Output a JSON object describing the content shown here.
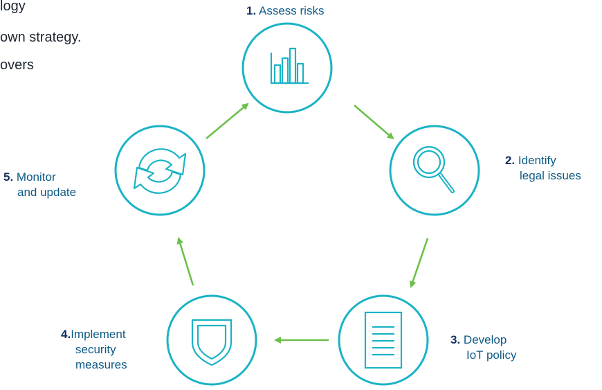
{
  "intro": {
    "lines": [
      "logy",
      "own strategy.",
      "overs"
    ]
  },
  "steps": [
    {
      "number": "1.",
      "lines": [
        "Assess risks"
      ],
      "icon": "bar-chart-icon"
    },
    {
      "number": "2.",
      "lines": [
        "Identify",
        "legal issues"
      ],
      "icon": "magnifier-icon"
    },
    {
      "number": "3.",
      "lines": [
        "Develop",
        "IoT policy"
      ],
      "icon": "document-icon"
    },
    {
      "number": "4.",
      "lines": [
        "Implement",
        "security",
        "measures"
      ],
      "icon": "shield-icon"
    },
    {
      "number": "5.",
      "lines": [
        "Monitor",
        "and update"
      ],
      "icon": "refresh-icon"
    }
  ],
  "colors": {
    "circle": "#1ab3c5",
    "arrow": "#6cc04a",
    "label_text": "#0e5a86",
    "label_number": "#13315c",
    "intro_text": "#1d2630"
  }
}
